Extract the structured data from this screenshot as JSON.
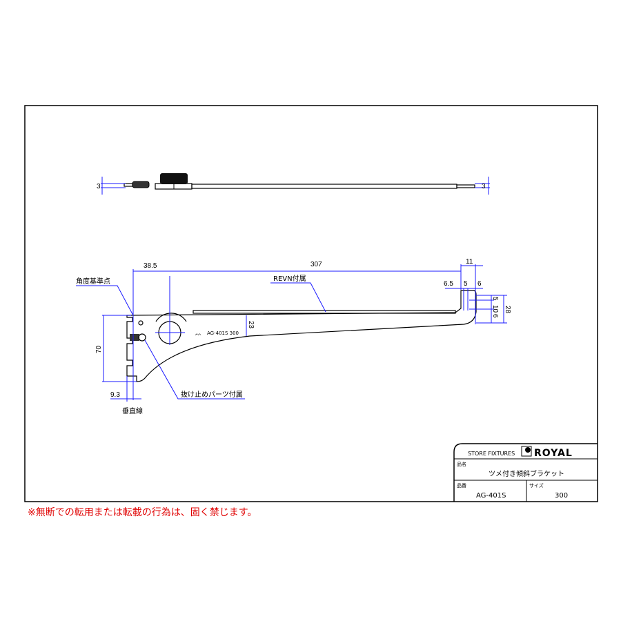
{
  "drawing": {
    "top_view": {
      "dim_left": "3",
      "dim_right": "3"
    },
    "side_view": {
      "dims": {
        "d38_5": "38.5",
        "d307": "307",
        "d11": "11",
        "d6_5": "6.5",
        "d5a": "5",
        "d6": "6",
        "d5b": "5",
        "d10": "10",
        "d6b": "6",
        "d28": "28",
        "d23": "23",
        "d70": "70",
        "d9_3": "9.3"
      },
      "labels": {
        "angle_ref": "角度基準点",
        "revn": "REVN付属",
        "stopper": "抜け止めパーツ付属",
        "vertical": "垂直線",
        "stamp": "AG-401S 300"
      }
    }
  },
  "title_block": {
    "company_tag": "STORE FIXTURES",
    "logo": "ROYAL",
    "name_label": "品名",
    "name_value": "ツメ付き傾斜ブラケット",
    "code_label": "品番",
    "code_value": "AG-401S",
    "size_label": "サイズ",
    "size_value": "300"
  },
  "notice": "※無断での転用または転載の行為は、固く禁じます。",
  "colors": {
    "dimension": "#1a1aff",
    "notice": "#e00000"
  }
}
